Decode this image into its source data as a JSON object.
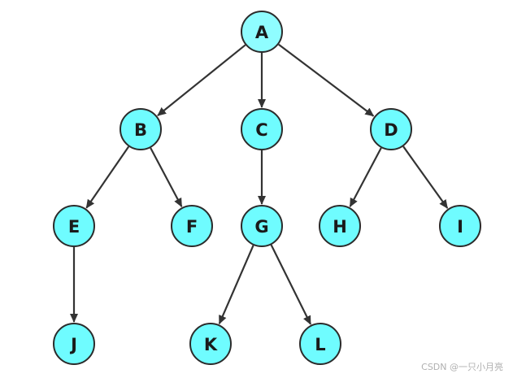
{
  "tree": {
    "colors": {
      "node_fill": "#6ffcff",
      "root_fill": "#8ffdff",
      "node_stroke": "#2b2b2b",
      "edge": "#333333",
      "text": "#1a1a1a"
    },
    "nodes": [
      {
        "id": "A",
        "label": "A",
        "level": 0
      },
      {
        "id": "B",
        "label": "B",
        "level": 1
      },
      {
        "id": "C",
        "label": "C",
        "level": 1
      },
      {
        "id": "D",
        "label": "D",
        "level": 1
      },
      {
        "id": "E",
        "label": "E",
        "level": 2
      },
      {
        "id": "F",
        "label": "F",
        "level": 2
      },
      {
        "id": "G",
        "label": "G",
        "level": 2
      },
      {
        "id": "H",
        "label": "H",
        "level": 2
      },
      {
        "id": "I",
        "label": "I",
        "level": 2
      },
      {
        "id": "J",
        "label": "J",
        "level": 3
      },
      {
        "id": "K",
        "label": "K",
        "level": 3
      },
      {
        "id": "L",
        "label": "L",
        "level": 3
      }
    ],
    "edges": [
      {
        "from": "A",
        "to": "B"
      },
      {
        "from": "A",
        "to": "C"
      },
      {
        "from": "A",
        "to": "D"
      },
      {
        "from": "B",
        "to": "E"
      },
      {
        "from": "B",
        "to": "F"
      },
      {
        "from": "C",
        "to": "G"
      },
      {
        "from": "D",
        "to": "H"
      },
      {
        "from": "D",
        "to": "I"
      },
      {
        "from": "E",
        "to": "J"
      },
      {
        "from": "G",
        "to": "K"
      },
      {
        "from": "G",
        "to": "L"
      }
    ]
  },
  "watermark": {
    "text": "CSDN @一只小月亮"
  }
}
